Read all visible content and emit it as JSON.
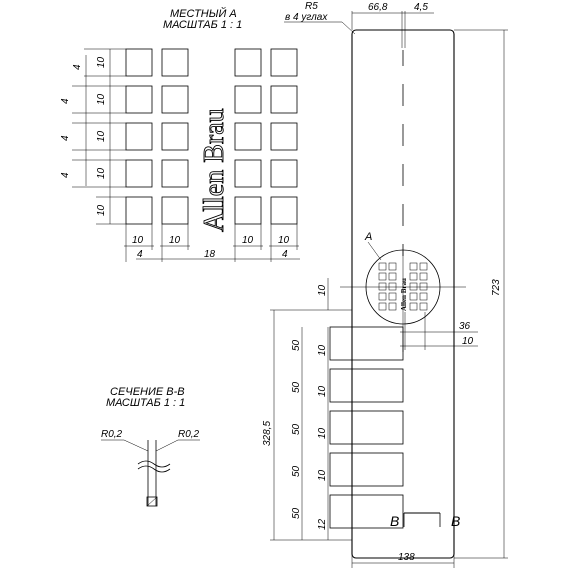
{
  "detail_a": {
    "title": "МЕСТНЫЙ А",
    "scale": "МАСШТАБ 1 : 1",
    "logo_text": "Allen Brau",
    "dims": {
      "ten": "10",
      "four": "4",
      "eighteen": "18"
    }
  },
  "section_bb": {
    "title": "СЕЧЕНИЕ В-В",
    "scale": "МАСШТАБ 1 : 1",
    "radius_left": "R0,2",
    "radius_right": "R0,2"
  },
  "main_view": {
    "corner_radius_label": "R5",
    "corner_note": "в 4 углах",
    "top_offset": "66,8",
    "slot_width": "4,5",
    "total_height": "723",
    "bottom_width": "138",
    "callout_a": "A",
    "dim_36": "36",
    "dim_10": "10",
    "slot_gap_10": "10",
    "slot_height_50": "50",
    "total_slots_height": "328,5",
    "bottom_gap": "12",
    "section_marker": "В",
    "logo_small": "Allen Brau"
  }
}
